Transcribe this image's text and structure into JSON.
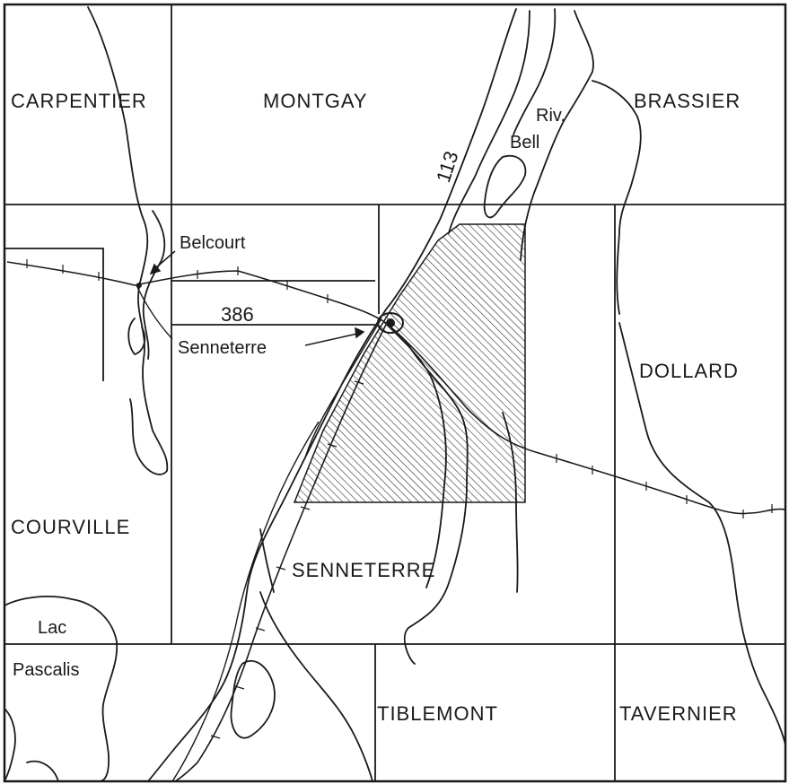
{
  "map": {
    "townships": {
      "carpentier": "CARPENTIER",
      "montgay": "MONTGAY",
      "brassier": "BRASSIER",
      "dollard": "DOLLARD",
      "courville": "COURVILLE",
      "senneterre": "SENNETERRE",
      "tiblemont": "TIBLEMONT",
      "tavernier": "TAVERNIER"
    },
    "places": {
      "belcourt": "Belcourt",
      "senneterre_town": "Senneterre",
      "lac_line1": "Lac",
      "lac_line2": "Pascalis",
      "river_line1": "Riv.",
      "river_line2": "Bell"
    },
    "routes": {
      "route_113": "113",
      "route_386": "386"
    },
    "colors": {
      "ink": "#1a1a1a",
      "paper": "#ffffff"
    }
  }
}
